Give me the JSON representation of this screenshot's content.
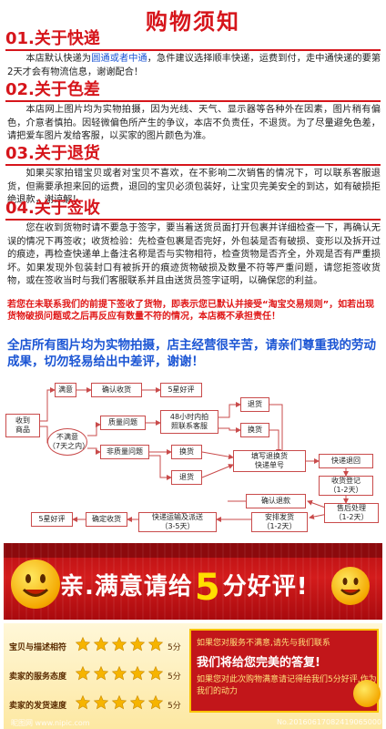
{
  "title": "购物须知",
  "sections": [
    {
      "heading": "01.关于快递"
    },
    {
      "heading": "02.关于色差"
    },
    {
      "heading": "03.关于退货"
    },
    {
      "heading": "04.关于签收"
    }
  ],
  "express": {
    "p1": "本店默认快递为",
    "highlight": "圆通或者中通",
    "p2": "，急件建议选择顺丰快递，运费到付，走中通快递的要第2天才会有物流信息，谢谢配合！"
  },
  "color_text": "本店网上图片均为实物拍摄，因为光线、天气、显示器等各种外在因素，图片稍有偏色，介意者慎拍。因轻微偏色所产生的争议，本店不负责任，不退货。为了尽量避免色差，请把爱车图片发给客服，以买家的图片颜色为准。",
  "return_text": "如果买家拍错宝贝或者对宝贝不喜欢，在不影响二次销售的情况下，可以联系客服退货，但需要承担来回的运费，退回的宝贝必须包装好，让宝贝完美安全的到达，如有破损拒绝退款，谢谅解！",
  "sign_text": "您在收到货物时请不要急于签字，要当着送货员面打开包裹并详细检查一下，再确认无误的情况下再签收；收货检验：先检查包裹是否完好，外包装是否有破损、变形以及拆开过的痕迹，再检查快递单上备注名称是否与实物相符，检查货物是否齐全，外观是否有严重损坏。如果发现外包装封口有被拆开的痕迹货物破损及数量不符等严重问题，请您拒签收货物，或在签收当时与我们客服联系并且由送货员签字证明，以确保您的利益。",
  "notice": "若您在未联系我们的前提下签收了货物，即表示您已默认并接受“淘宝交易规则”，如若出现货物破损问题或之后再反应有数量不符的情况，本店概不承担责任！",
  "appeal": "全店所有图片均为实物拍摄，店主经营很辛苦，请亲们尊重我的劳动成果，切勿轻易给出中差评，谢谢！",
  "flow": {
    "receive": "收到\n商品",
    "satisfied": "满意",
    "confirm": "确认收货",
    "five_star_top": "5星好评",
    "unsatisfied": "不满意\n（7天之内）",
    "quality": "质量问题",
    "contact48": "48小时内拍\n照联系客服",
    "non_quality": "非质量问题",
    "refund1": "退货",
    "exchange1": "换货",
    "exchange2": "换货",
    "refund2": "退货",
    "fill_form": "填写退换货\n快递单号",
    "express_back": "快递退回",
    "received_reg": "收货登记\n（1-2天）",
    "after_sale": "售后处理\n（1-2天）",
    "confirm_refund": "确认退款",
    "arrange_ship": "安排发货\n（1-2天）",
    "express_deliver": "快递运输及派送\n（3-5天）",
    "confirm_receipt": "确定收货",
    "five_star_bottom": "5星好评"
  },
  "banner": {
    "pre": "亲.满意请给",
    "num": "5",
    "post": "分好评!"
  },
  "ratings": {
    "rows": [
      {
        "label": "宝贝与描述相符",
        "score": "5分",
        "stars": 5
      },
      {
        "label": "卖家的服务态度",
        "score": "5分",
        "stars": 5
      },
      {
        "label": "卖家的发货速度",
        "score": "5分",
        "stars": 5
      }
    ],
    "redbox_l1": "如果您对服务不满意,请先与我们联系",
    "redbox_l2": "我们将给您完美的答复!",
    "redbox_l3": "如果您对此次购物满意请记得给我们5分好评,作为我们的动力"
  },
  "watermark": "昵图网 www.nipic.com",
  "watermark_id": "No.20160617082419065000",
  "colors": {
    "accent": "#d6151b",
    "blue": "#1b55d4",
    "star": "#f6b400"
  }
}
